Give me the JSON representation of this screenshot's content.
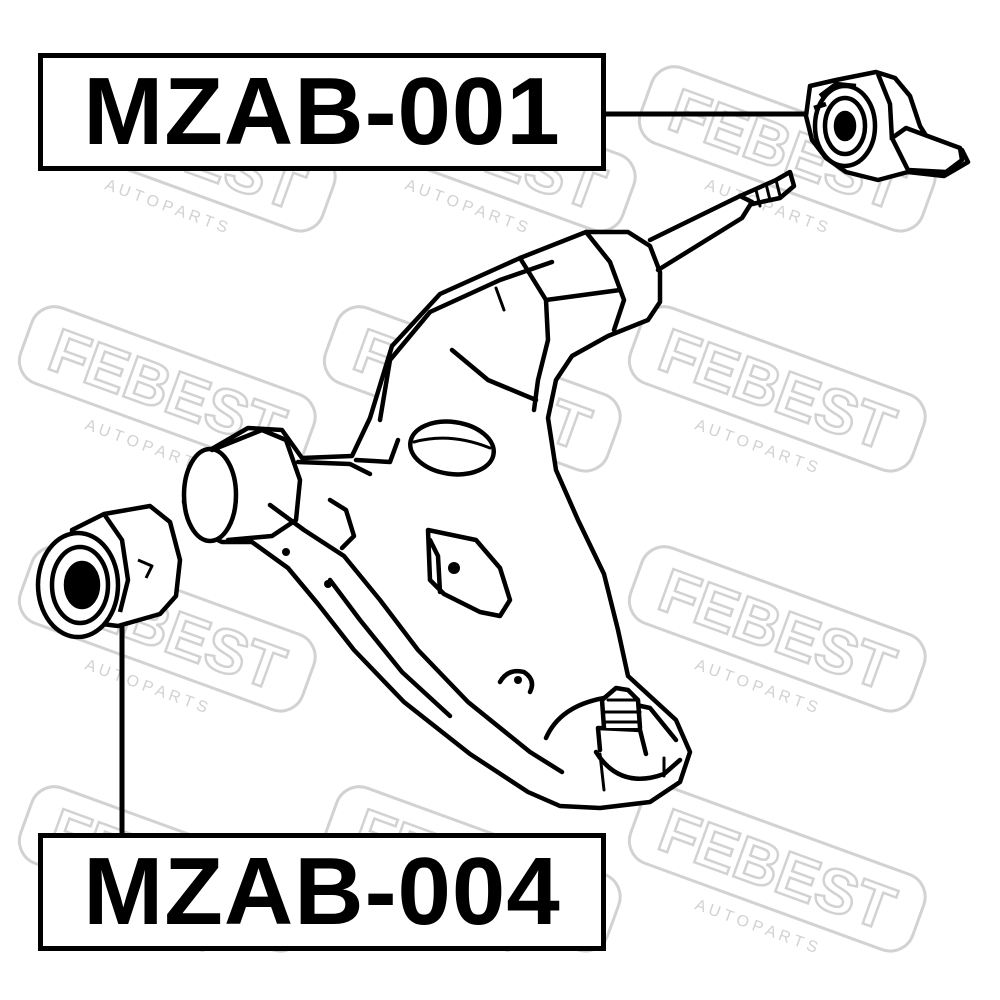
{
  "labels": {
    "top_part": "MZAB-001",
    "bottom_part": "MZAB-004"
  },
  "watermark": {
    "brand": "FEBEST",
    "tagline": "A U T O   P A R T S"
  },
  "colors": {
    "line": "#000000",
    "watermark": "#d2d2d2",
    "background": "#ffffff"
  }
}
